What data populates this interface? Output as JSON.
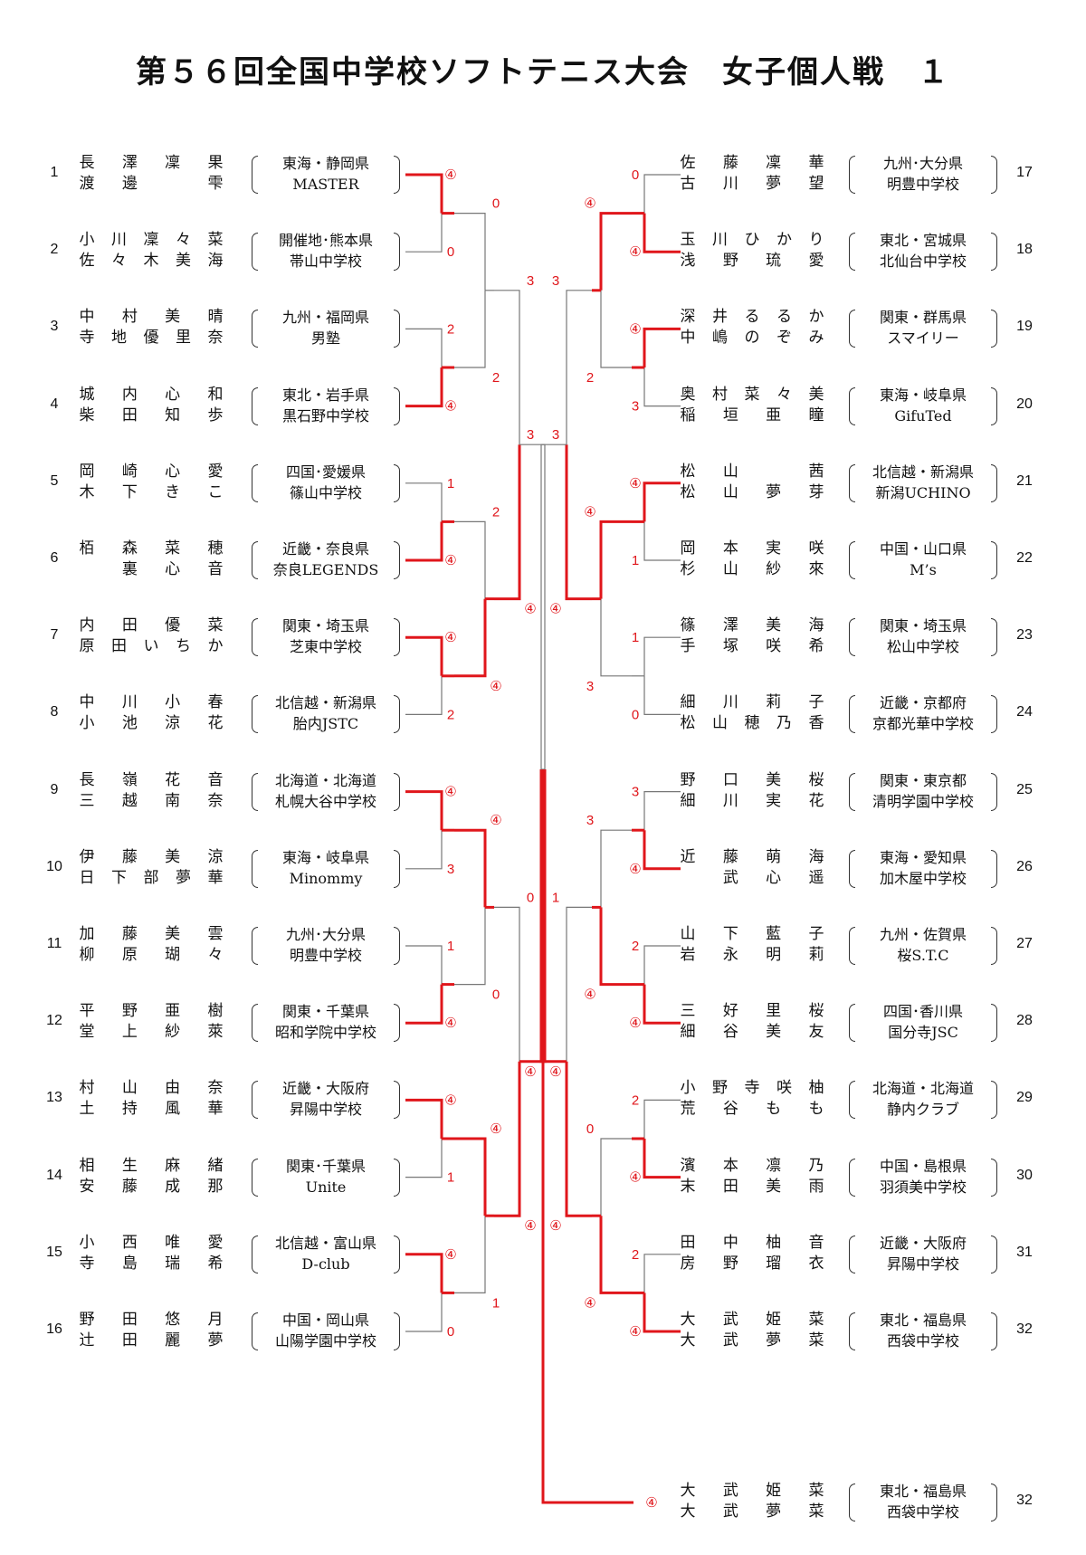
{
  "title": "第５６回全国中学校ソフトテニス大会　女子個人戦　１",
  "colors": {
    "winner_line": "#e0161b",
    "loser_line": "#777777",
    "score": "#e0161b"
  },
  "left_entries": [
    {
      "no": "1",
      "p1": [
        "長",
        "澤",
        "凜",
        "果"
      ],
      "p2": [
        "渡",
        "邊",
        "",
        "雫"
      ],
      "region": "東海・静岡県",
      "school": "MASTER"
    },
    {
      "no": "2",
      "p1": [
        "小",
        "川",
        "凜",
        "々",
        "菜"
      ],
      "p2": [
        "佐",
        "々",
        "木",
        "美",
        "海"
      ],
      "region": "開催地･熊本県",
      "school": "帯山中学校"
    },
    {
      "no": "3",
      "p1": [
        "中",
        "村",
        "美",
        "晴"
      ],
      "p2": [
        "寺",
        "地",
        "優",
        "里",
        "奈"
      ],
      "region": "九州・福岡県",
      "school": "男塾"
    },
    {
      "no": "4",
      "p1": [
        "城",
        "内",
        "心",
        "和"
      ],
      "p2": [
        "柴",
        "田",
        "知",
        "歩"
      ],
      "region": "東北・岩手県",
      "school": "黒石野中学校"
    },
    {
      "no": "5",
      "p1": [
        "岡",
        "崎",
        "心",
        "愛"
      ],
      "p2": [
        "木",
        "下",
        "き",
        "こ"
      ],
      "region": "四国･愛媛県",
      "school": "篠山中学校"
    },
    {
      "no": "6",
      "p1": [
        "栢",
        "森",
        "菜",
        "穂"
      ],
      "p2": [
        "",
        "裏",
        "心",
        "音"
      ],
      "region": "近畿・奈良県",
      "school": "奈良LEGENDS"
    },
    {
      "no": "7",
      "p1": [
        "内",
        "田",
        "優",
        "菜"
      ],
      "p2": [
        "原",
        "田",
        "い",
        "ち",
        "か"
      ],
      "region": "関東・埼玉県",
      "school": "芝東中学校"
    },
    {
      "no": "8",
      "p1": [
        "中",
        "川",
        "小",
        "春"
      ],
      "p2": [
        "小",
        "池",
        "涼",
        "花"
      ],
      "region": "北信越・新潟県",
      "school": "胎内JSTC"
    },
    {
      "no": "9",
      "p1": [
        "長",
        "嶺",
        "花",
        "音"
      ],
      "p2": [
        "三",
        "越",
        "南",
        "奈"
      ],
      "region": "北海道・北海道",
      "school": "札幌大谷中学校"
    },
    {
      "no": "10",
      "p1": [
        "伊",
        "藤",
        "美",
        "涼"
      ],
      "p2": [
        "日",
        "下",
        "部",
        "夢",
        "華"
      ],
      "region": "東海・岐阜県",
      "school": "Minommy"
    },
    {
      "no": "11",
      "p1": [
        "加",
        "藤",
        "美",
        "雲"
      ],
      "p2": [
        "柳",
        "原",
        "瑚",
        "々"
      ],
      "region": "九州･大分県",
      "school": "明豊中学校"
    },
    {
      "no": "12",
      "p1": [
        "平",
        "野",
        "亜",
        "樹"
      ],
      "p2": [
        "堂",
        "上",
        "紗",
        "萊"
      ],
      "region": "関東・千葉県",
      "school": "昭和学院中学校"
    },
    {
      "no": "13",
      "p1": [
        "村",
        "山",
        "由",
        "奈"
      ],
      "p2": [
        "土",
        "持",
        "風",
        "華"
      ],
      "region": "近畿・大阪府",
      "school": "昇陽中学校"
    },
    {
      "no": "14",
      "p1": [
        "相",
        "生",
        "麻",
        "緒"
      ],
      "p2": [
        "安",
        "藤",
        "成",
        "那"
      ],
      "region": "関東･千葉県",
      "school": "Unite"
    },
    {
      "no": "15",
      "p1": [
        "小",
        "西",
        "唯",
        "愛"
      ],
      "p2": [
        "寺",
        "島",
        "瑞",
        "希"
      ],
      "region": "北信越・富山県",
      "school": "D-club"
    },
    {
      "no": "16",
      "p1": [
        "野",
        "田",
        "悠",
        "月"
      ],
      "p2": [
        "辻",
        "田",
        "麗",
        "夢"
      ],
      "region": "中国・岡山県",
      "school": "山陽学園中学校"
    }
  ],
  "right_entries": [
    {
      "no": "17",
      "p1": [
        "佐",
        "藤",
        "凜",
        "華"
      ],
      "p2": [
        "古",
        "川",
        "夢",
        "望"
      ],
      "region": "九州･大分県",
      "school": "明豊中学校"
    },
    {
      "no": "18",
      "p1": [
        "玉",
        "川",
        "ひ",
        "か",
        "り"
      ],
      "p2": [
        "浅",
        "野",
        "琉",
        "愛"
      ],
      "region": "東北・宮城県",
      "school": "北仙台中学校"
    },
    {
      "no": "19",
      "p1": [
        "深",
        "井",
        "る",
        "る",
        "か"
      ],
      "p2": [
        "中",
        "嶋",
        "の",
        "ぞ",
        "み"
      ],
      "region": "関東・群馬県",
      "school": "スマイリー"
    },
    {
      "no": "20",
      "p1": [
        "奥",
        "村",
        "菜",
        "々",
        "美"
      ],
      "p2": [
        "稲",
        "垣",
        "亜",
        "瞳"
      ],
      "region": "東海・岐阜県",
      "school": "GifuTed"
    },
    {
      "no": "21",
      "p1": [
        "松",
        "山",
        "",
        "茜"
      ],
      "p2": [
        "松",
        "山",
        "夢",
        "芽"
      ],
      "region": "北信越・新潟県",
      "school": "新潟UCHINO"
    },
    {
      "no": "22",
      "p1": [
        "岡",
        "本",
        "実",
        "咲"
      ],
      "p2": [
        "杉",
        "山",
        "紗",
        "來"
      ],
      "region": "中国・山口県",
      "school": "M’s"
    },
    {
      "no": "23",
      "p1": [
        "篠",
        "澤",
        "美",
        "海"
      ],
      "p2": [
        "手",
        "塚",
        "咲",
        "希"
      ],
      "region": "関東・埼玉県",
      "school": "松山中学校"
    },
    {
      "no": "24",
      "p1": [
        "細",
        "川",
        "莉",
        "子"
      ],
      "p2": [
        "松",
        "山",
        "穂",
        "乃",
        "香"
      ],
      "region": "近畿・京都府",
      "school": "京都光華中学校"
    },
    {
      "no": "25",
      "p1": [
        "野",
        "口",
        "美",
        "桜"
      ],
      "p2": [
        "細",
        "川",
        "実",
        "花"
      ],
      "region": "関東・東京都",
      "school": "清明学園中学校"
    },
    {
      "no": "26",
      "p1": [
        "近",
        "藤",
        "萌",
        "海"
      ],
      "p2": [
        "",
        "武",
        "心",
        "遥"
      ],
      "region": "東海・愛知県",
      "school": "加木屋中学校"
    },
    {
      "no": "27",
      "p1": [
        "山",
        "下",
        "藍",
        "子"
      ],
      "p2": [
        "岩",
        "永",
        "明",
        "莉"
      ],
      "region": "九州・佐賀県",
      "school": "桜S.T.C"
    },
    {
      "no": "28",
      "p1": [
        "三",
        "好",
        "里",
        "桜"
      ],
      "p2": [
        "細",
        "谷",
        "美",
        "友"
      ],
      "region": "四国･香川県",
      "school": "国分寺JSC"
    },
    {
      "no": "29",
      "p1": [
        "小",
        "野",
        "寺",
        "咲",
        "柚"
      ],
      "p2": [
        "荒",
        "谷",
        "も",
        "も"
      ],
      "region": "北海道・北海道",
      "school": "静内クラブ"
    },
    {
      "no": "30",
      "p1": [
        "濱",
        "本",
        "凛",
        "乃"
      ],
      "p2": [
        "末",
        "田",
        "美",
        "雨"
      ],
      "region": "中国・島根県",
      "school": "羽須美中学校"
    },
    {
      "no": "31",
      "p1": [
        "田",
        "中",
        "柚",
        "音"
      ],
      "p2": [
        "房",
        "野",
        "瑠",
        "衣"
      ],
      "region": "近畿・大阪府",
      "school": "昇陽中学校"
    },
    {
      "no": "32",
      "p1": [
        "大",
        "武",
        "姫",
        "菜"
      ],
      "p2": [
        "大",
        "武",
        "夢",
        "菜"
      ],
      "region": "東北・福島県",
      "school": "西袋中学校"
    }
  ],
  "champion": {
    "no": "32",
    "p1": [
      "大",
      "武",
      "姫",
      "菜"
    ],
    "p2": [
      "大",
      "武",
      "夢",
      "菜"
    ],
    "region": "東北・福島県",
    "school": "西袋中学校"
  },
  "scores": {
    "left_r1": [
      [
        "④",
        "0"
      ],
      [
        "2",
        "④"
      ],
      [
        "1",
        "④"
      ],
      [
        "④",
        "2"
      ],
      [
        "④",
        "3"
      ],
      [
        "1",
        "④"
      ],
      [
        "④",
        "1"
      ],
      [
        "④",
        "0"
      ]
    ],
    "left_r2": [
      [
        "0",
        "2"
      ],
      [
        "2",
        "④"
      ],
      [
        "④",
        "0"
      ],
      [
        "④",
        "1"
      ]
    ],
    "left_r3": [
      [
        "3"
      ],
      [
        "④"
      ],
      [
        "0"
      ],
      [
        "④"
      ]
    ],
    "right_r1": [
      [
        "0",
        "④"
      ],
      [
        "④",
        "3"
      ],
      [
        "④",
        "1"
      ],
      [
        "1",
        "0"
      ],
      [
        "3",
        "④"
      ],
      [
        "2",
        "④"
      ],
      [
        "2",
        "④"
      ],
      [
        "2",
        "④"
      ]
    ],
    "right_r2": [
      [
        "④",
        "2"
      ],
      [
        "④",
        "3"
      ],
      [
        "3",
        "④"
      ],
      [
        "0",
        "④"
      ]
    ],
    "right_r3": [
      [
        "3"
      ],
      [
        "④"
      ],
      [
        "1"
      ],
      [
        "④"
      ]
    ],
    "left_semi": [
      "3",
      "④"
    ],
    "right_semi": [
      "3",
      "④"
    ],
    "final": "④"
  }
}
